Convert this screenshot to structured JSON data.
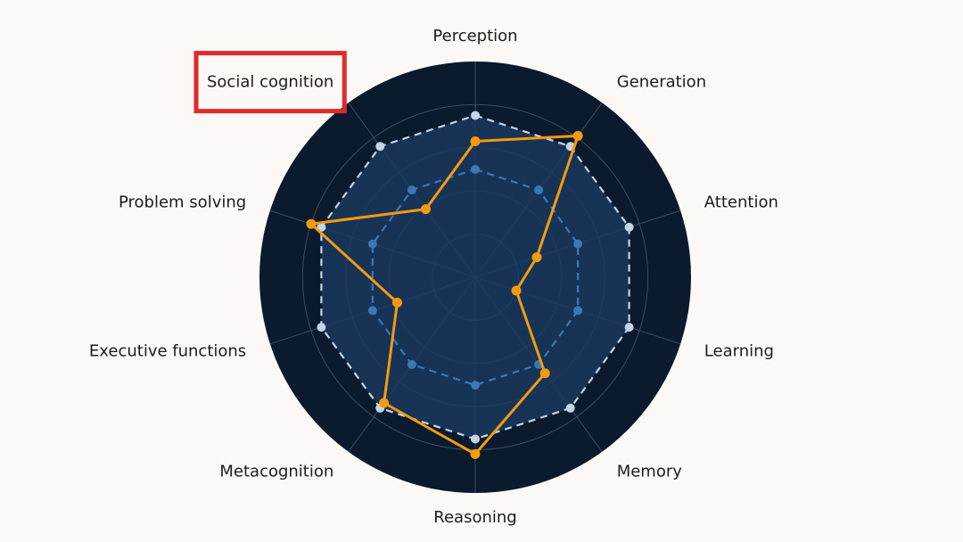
{
  "chart_data": {
    "type": "radar",
    "axes": [
      "Perception",
      "Generation",
      "Attention",
      "Learning",
      "Memory",
      "Reasoning",
      "Metacognition",
      "Executive functions",
      "Problem solving",
      "Social cognition"
    ],
    "rlim": [
      0,
      1
    ],
    "grid": true,
    "ring_levels": [
      0.2,
      0.4,
      0.6,
      0.8,
      1.0
    ],
    "series": [
      {
        "style": "dashed",
        "color": "#c5d3e6",
        "fill": "#1a3a5e",
        "values": [
          0.75,
          0.75,
          0.75,
          0.75,
          0.75,
          0.75,
          0.75,
          0.75,
          0.75,
          0.75
        ]
      },
      {
        "style": "dashed",
        "color": "#3a78b6",
        "values": [
          0.5,
          0.5,
          0.5,
          0.5,
          0.5,
          0.5,
          0.5,
          0.5,
          0.5,
          0.5
        ]
      },
      {
        "style": "solid",
        "color": "#f59a0e",
        "values": [
          0.63,
          0.81,
          0.3,
          0.2,
          0.55,
          0.82,
          0.72,
          0.38,
          0.8,
          0.39
        ]
      }
    ],
    "annotation": {
      "type": "highlight-box",
      "target": "Social cognition",
      "color": "#e02a2a"
    },
    "colors": {
      "background": "#fcf8f6",
      "plot_area": "#0b1a2c",
      "grid": "#3c4c60",
      "label": "#1d1d1d"
    }
  }
}
